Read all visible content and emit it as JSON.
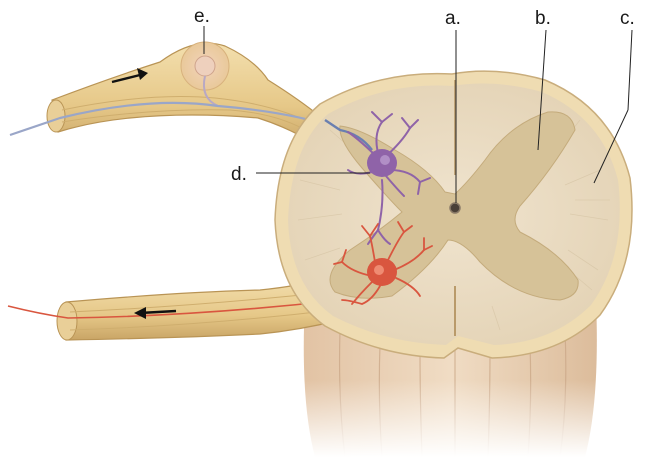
{
  "labels": {
    "a": "a.",
    "b": "b.",
    "c": "c.",
    "d": "d.",
    "e": "e."
  },
  "colors": {
    "background": "#ffffff",
    "white_matter": "#eadcc3",
    "gray_matter": "#d6c298",
    "outer_ring": "#efdcb2",
    "nerve": "#ecd49a",
    "nerve_shade": "#d8ba78",
    "sensory_neuron": "#8f63a8",
    "motor_neuron": "#d9563f",
    "leader_line": "#222222",
    "column_base": "#e8cfb2"
  },
  "icons": {
    "arrow_top": "right-arrow-icon",
    "arrow_bottom": "left-arrow-icon"
  }
}
